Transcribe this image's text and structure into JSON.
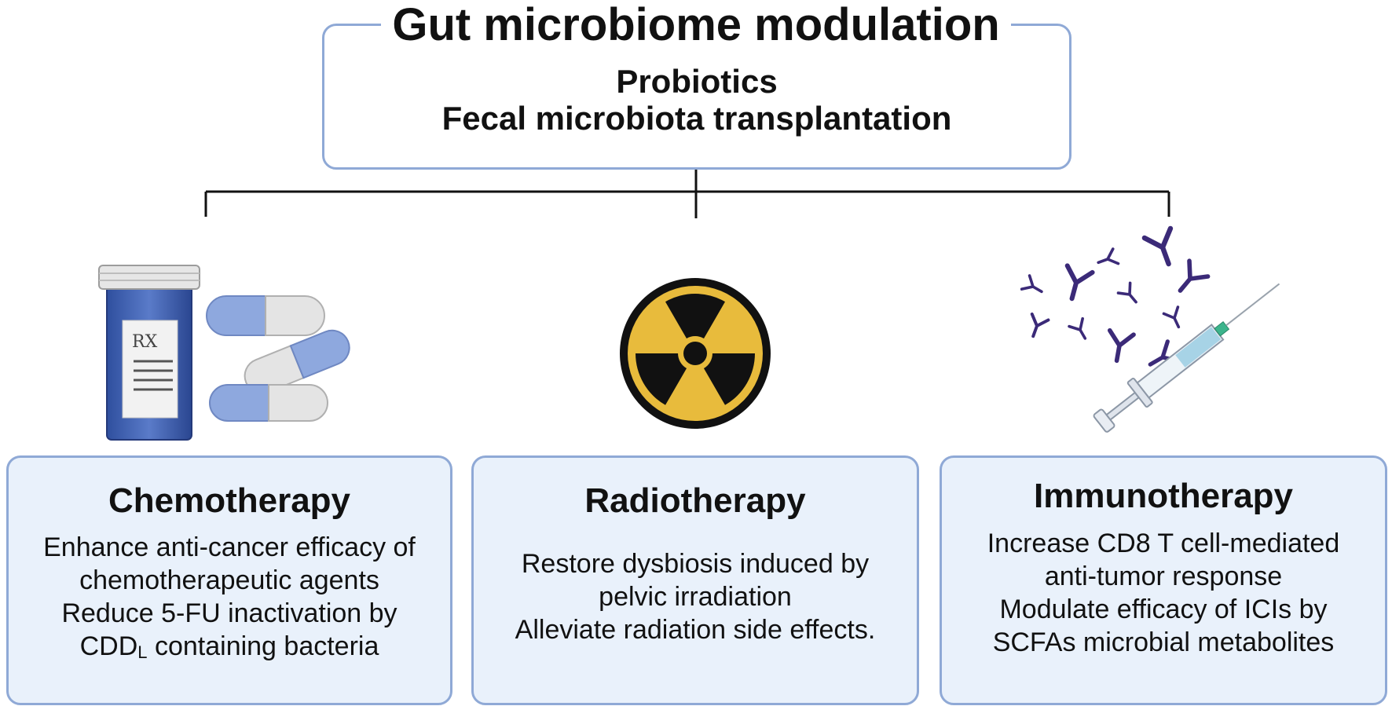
{
  "top": {
    "title": "Gut microbiome modulation",
    "lines": [
      "Probiotics",
      "Fecal microbiota transplantation"
    ]
  },
  "icons": {
    "chemo": "pill-bottle-and-capsules-icon",
    "bottle_label": "RX",
    "radio": "radiation-hazard-icon",
    "immuno": "antibodies-and-syringe-icon"
  },
  "colors": {
    "box_border": "#8fa9d6",
    "box_fill": "#e9f1fb",
    "radiation_yellow": "#e8bb3c",
    "antibody_purple": "#3b2a78"
  },
  "therapies": [
    {
      "title": "Chemotherapy",
      "lines": [
        "Enhance anti-cancer efficacy of",
        "chemotherapeutic agents",
        "Reduce 5-FU inactivation by"
      ],
      "last_line": {
        "prefix": "CDD",
        "subscript": "L",
        "suffix": " containing bacteria"
      }
    },
    {
      "title": "Radiotherapy",
      "lines": [
        "Restore dysbiosis induced by",
        "pelvic irradiation",
        "Alleviate radiation side effects."
      ]
    },
    {
      "title": "Immunotherapy",
      "lines": [
        "Increase CD8 T cell-mediated",
        "anti-tumor response",
        "Modulate efficacy of ICIs by",
        "SCFAs microbial metabolites"
      ]
    }
  ]
}
